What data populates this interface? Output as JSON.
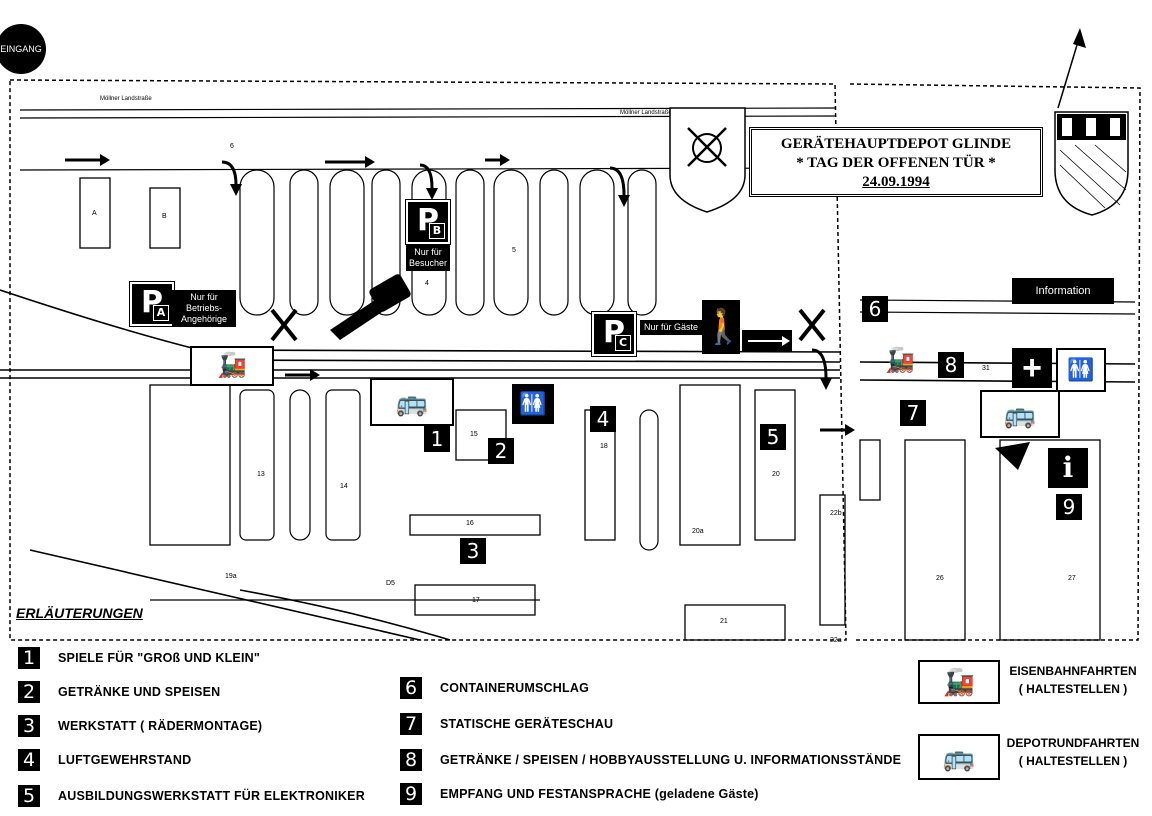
{
  "entrance": "EINGANG",
  "title": {
    "line1": "GERÄTEHAUPTDEPOT GLINDE",
    "line2": "*  TAG DER OFFENEN TÜR  *",
    "line3": "24.09.1994"
  },
  "street_labels": [
    "Möllner Landstraße",
    "Möllner Landstraße"
  ],
  "parking": [
    {
      "letter": "P",
      "sub": "A",
      "note": "Nur für Betriebs-Angehörige"
    },
    {
      "letter": "P",
      "sub": "B",
      "note": "Nur für Besucher"
    },
    {
      "letter": "P",
      "sub": "C",
      "note": "Nur für Gäste"
    }
  ],
  "information_label": "Information",
  "map_numbers": [
    "1",
    "2",
    "3",
    "4",
    "5",
    "6",
    "7",
    "8",
    "9"
  ],
  "building_numbers": [
    "A",
    "B",
    "6",
    "4",
    "5",
    "13",
    "14",
    "15",
    "16",
    "17",
    "18",
    "20",
    "20a",
    "21",
    "22a",
    "22b",
    "26",
    "27",
    "31",
    "19a",
    "D5"
  ],
  "legend": {
    "heading": "ERLÄUTERUNGEN",
    "items": [
      {
        "num": "1",
        "text": "SPIELE FÜR \"GROß UND KLEIN\""
      },
      {
        "num": "2",
        "text": "GETRÄNKE UND SPEISEN"
      },
      {
        "num": "3",
        "text": "WERKSTATT ( RÄDERMONTAGE)"
      },
      {
        "num": "4",
        "text": "LUFTGEWEHRSTAND"
      },
      {
        "num": "5",
        "text": "AUSBILDUNGSWERKSTATT FÜR ELEKTRONIKER"
      },
      {
        "num": "6",
        "text": "CONTAINERUMSCHLAG"
      },
      {
        "num": "7",
        "text": "STATISCHE GERÄTESCHAU"
      },
      {
        "num": "8",
        "text": "GETRÄNKE / SPEISEN / HOBBYAUSSTELLUNG U. INFORMATIONSSTÄNDE"
      },
      {
        "num": "9",
        "text": "EMPFANG UND FESTANSPRACHE (geladene Gäste)"
      }
    ],
    "train": {
      "line1": "EISENBAHNFAHRTEN",
      "line2": "( HALTESTELLEN )"
    },
    "bus": {
      "line1": "DEPOTRUNDFAHRTEN",
      "line2": "( HALTESTELLEN )"
    }
  },
  "icons": [
    "north-arrow-icon",
    "coat-of-arms-icon",
    "emblem-icon",
    "train-icon",
    "bus-icon",
    "toilet-icon",
    "first-aid-icon",
    "info-icon",
    "pedestrian-icon",
    "crossing-icon",
    "key-icon"
  ]
}
